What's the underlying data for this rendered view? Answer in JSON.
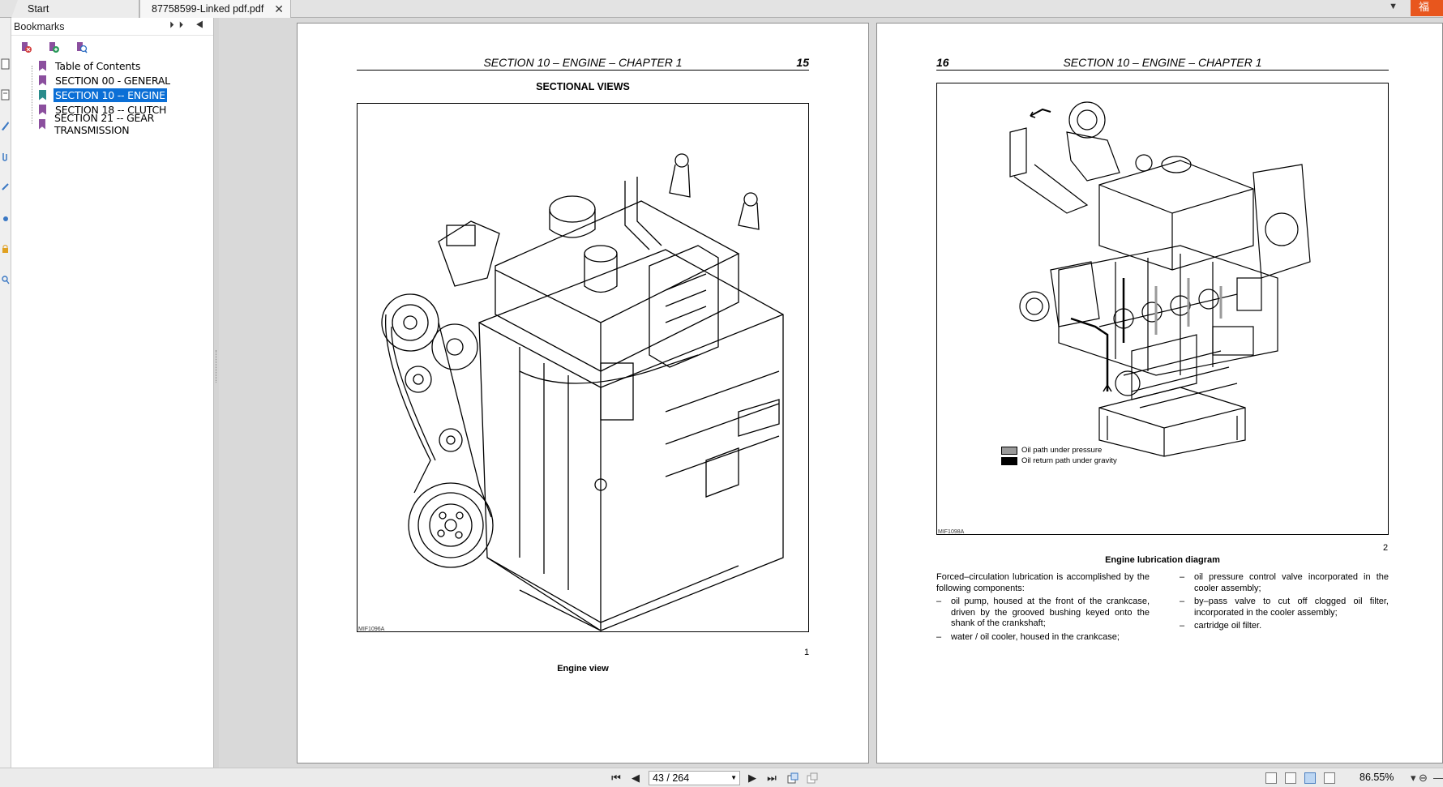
{
  "tabs": [
    {
      "label": "Start"
    },
    {
      "label": "87758599-Linked pdf.pdf"
    }
  ],
  "tab_close_icon": "close-icon",
  "tab_badge": "福",
  "bookmarks": {
    "title": "Bookmarks",
    "items": [
      {
        "label": "Table of Contents",
        "color": "#8b4f9e",
        "selected": false
      },
      {
        "label": "SECTION 00 - GENERAL",
        "color": "#8b4f9e",
        "selected": false
      },
      {
        "label": "SECTION 10 -- ENGINE",
        "color": "#2a8c8c",
        "selected": true
      },
      {
        "label": "SECTION 18 -- CLUTCH",
        "color": "#8b4f9e",
        "selected": false
      },
      {
        "label": "SECTION 21 -- GEAR TRANSMISSION",
        "color": "#8b4f9e",
        "selected": false
      }
    ]
  },
  "left_page": {
    "header_title": "SECTION 10 – ENGINE – CHAPTER 1",
    "page_number": "15",
    "title": "SECTIONAL VIEWS",
    "figure_id": "MIF1096A",
    "figure_number": "1",
    "caption": "Engine view"
  },
  "right_page": {
    "header_title": "SECTION 10 – ENGINE – CHAPTER 1",
    "page_number": "16",
    "figure_id": "MIF1098A",
    "figure_number": "2",
    "caption": "Engine lubrication diagram",
    "legend": [
      {
        "label": "Oil path under pressure",
        "color": "#9a9a9a"
      },
      {
        "label": "Oil return path under gravity",
        "color": "#000000"
      }
    ],
    "col1_intro": "Forced–circulation lubrication is accomplished by the following components:",
    "col1_bullets": [
      "oil pump, housed at the front of the crankcase, driven by the grooved bushing keyed onto the shank of the crankshaft;",
      "water / oil cooler, housed in the crankcase;"
    ],
    "col2_bullets": [
      "oil pressure control valve incorporated in the cooler assembly;",
      "by–pass valve to cut off clogged oil filter, incorporated in the cooler assembly;",
      "cartridge oil filter."
    ]
  },
  "statusbar": {
    "page_indicator": "43 / 264",
    "zoom": "86.55%"
  }
}
